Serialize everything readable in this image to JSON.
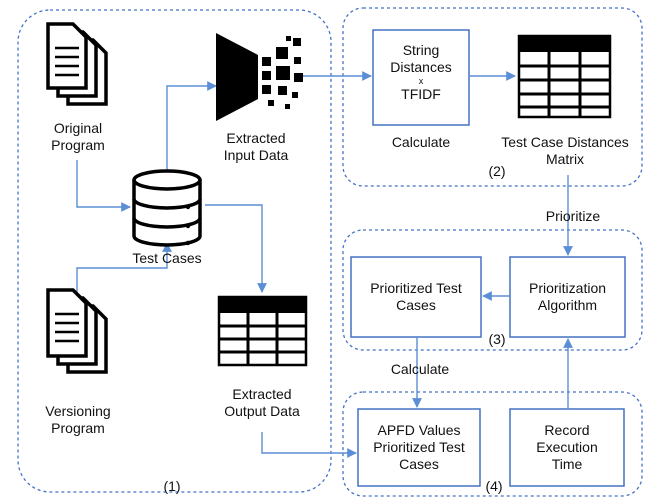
{
  "colors": {
    "region_border": "#4472C4",
    "arrow": "#5B8ED6",
    "box_border": "#4472C4",
    "icon": "#000000"
  },
  "icons": {
    "original_program": "document-stack-icon",
    "test_cases": "database-icon",
    "versioning_program": "document-stack-icon",
    "extracted_input": "data-extraction-icon",
    "extracted_output": "table-icon",
    "distance_matrix": "table-icon"
  },
  "regions": {
    "r1": "(1)",
    "r2": "(2)",
    "r3": "(3)",
    "r4": "(4)"
  },
  "nodes": {
    "original_program": [
      "Original",
      "Program"
    ],
    "test_cases": "Test Cases",
    "versioning_program": [
      "Versioning",
      "Program"
    ],
    "extracted_input": [
      "Extracted",
      "Input Data"
    ],
    "extracted_output": [
      "Extracted",
      "Output Data"
    ],
    "string_distances": [
      "String",
      "Distances"
    ],
    "times": "x",
    "tfidf": "TFIDF",
    "calculate_top": "Calculate",
    "distance_matrix": [
      "Test Case Distances",
      "Matrix"
    ],
    "prioritize": "Prioritize",
    "prioritization_algorithm": [
      "Prioritization",
      "Algorithm"
    ],
    "prioritized_test_cases": [
      "Prioritized Test",
      "Cases"
    ],
    "calculate_mid": "Calculate",
    "apfd_values": [
      "APFD Values",
      "Prioritized Test",
      "Cases"
    ],
    "record_execution_time": [
      "Record",
      "Execution",
      "Time"
    ]
  }
}
